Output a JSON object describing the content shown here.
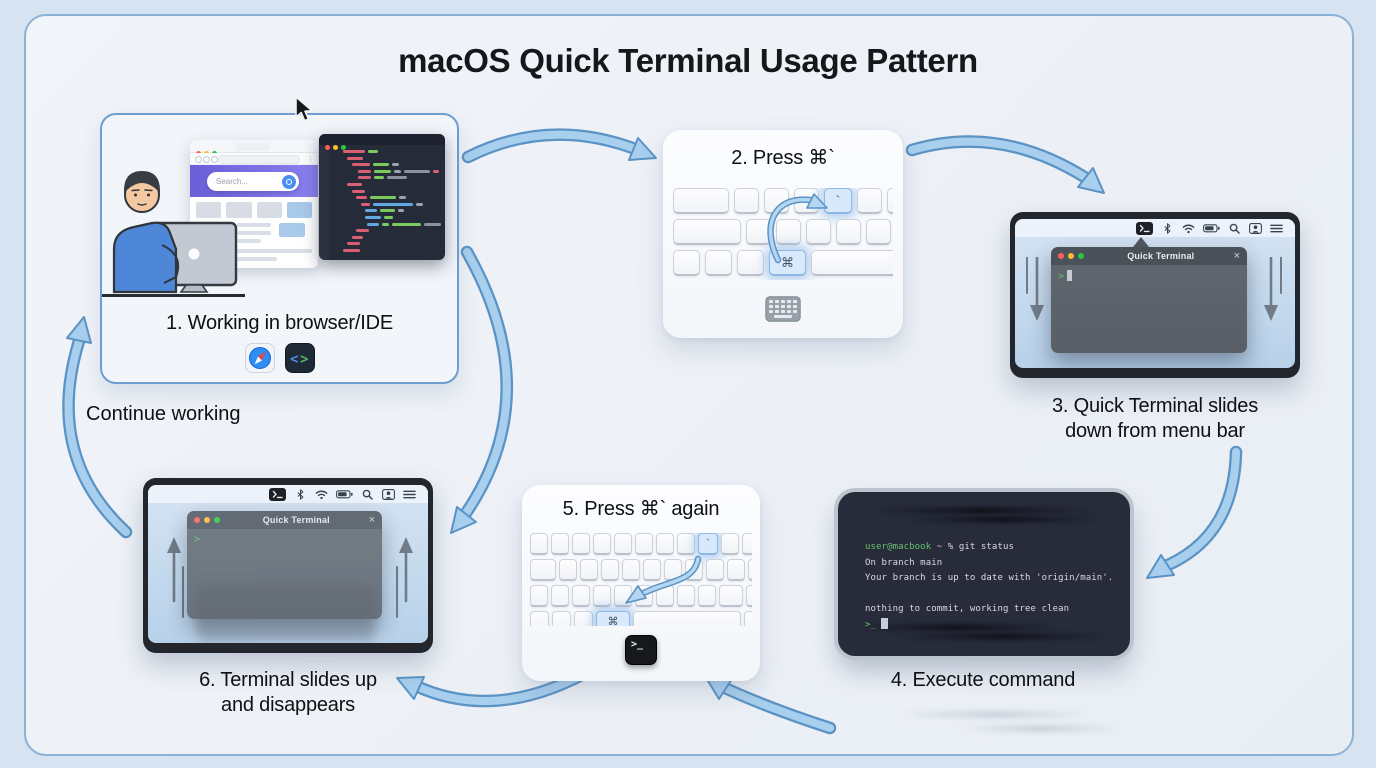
{
  "title": "macOS Quick Terminal Usage Pattern",
  "labels": {
    "continue_working": "Continue working"
  },
  "colors": {
    "arrow_fill": "#a8cfee",
    "arrow_outline": "#5b93c4",
    "accent_border": "#6f9fd0",
    "terminal_green": "#67c26e",
    "highlight_key": "#d8e9fb"
  },
  "menubar_icons": [
    "terminal-icon",
    "bluetooth-icon",
    "wifi-icon",
    "battery-icon",
    "search-icon",
    "user-icon",
    "menu-icon"
  ],
  "steps": {
    "step1": {
      "caption": "1. Working in browser/IDE",
      "browser_search_placeholder": "Search...",
      "app_icons": [
        "safari-icon",
        "code-editor-icon"
      ],
      "code_icon_left": "<",
      "code_icon_right": ">"
    },
    "step2": {
      "caption": "2. Press ⌘`",
      "command_key": "⌘",
      "backtick_key": "`"
    },
    "step3": {
      "caption_line1": "3. Quick Terminal slides",
      "caption_line2": "down from menu bar",
      "window_title": "Quick Terminal",
      "close_label": "×",
      "prompt": ">"
    },
    "step4": {
      "caption": "4. Execute command",
      "terminal": {
        "prompt_user": "user@macbook",
        "prompt_rest": " ~ % git status",
        "line2": "On branch main",
        "line3": "Your branch is up to date with 'origin/main'.",
        "line4": "nothing to commit, working tree clean",
        "prompt2": ">_"
      }
    },
    "step5": {
      "caption": "5. Press ⌘` again",
      "command_key": "⌘",
      "backtick_key": "`",
      "terminal_key_label": ">_"
    },
    "step6": {
      "caption_line1": "6. Terminal slides up",
      "caption_line2": "and disappears",
      "window_title": "Quick Terminal",
      "close_label": "×",
      "prompt": ">"
    }
  }
}
